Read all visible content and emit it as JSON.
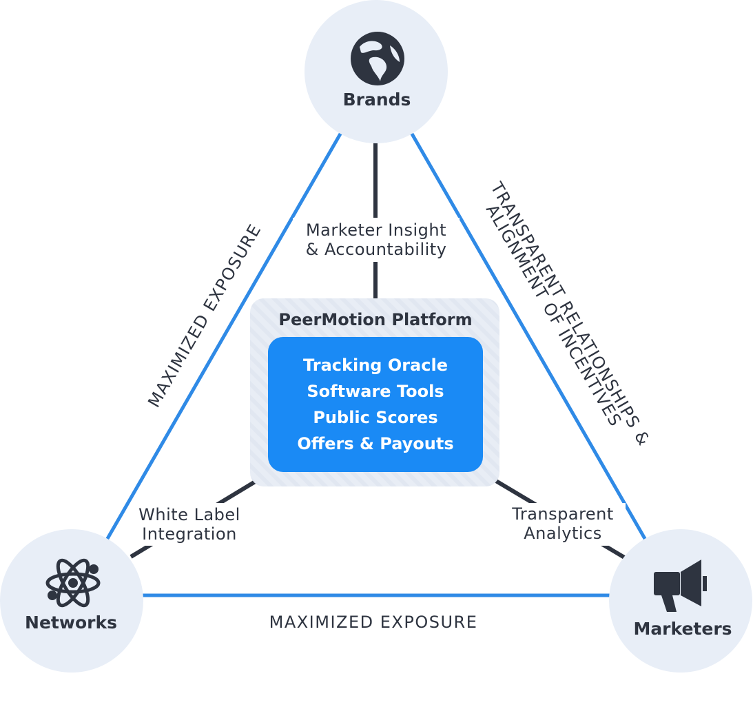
{
  "nodes": {
    "brands": {
      "label": "Brands",
      "icon": "globe-icon"
    },
    "networks": {
      "label": "Networks",
      "icon": "atom-icon"
    },
    "marketers": {
      "label": "Marketers",
      "icon": "megaphone-icon"
    }
  },
  "edges": {
    "left": "MAXIMIZED EXPOSURE",
    "bottom": "MAXIMIZED EXPOSURE",
    "right_line1": "TRANSPARENT RELATIONSHIPS &",
    "right_line2": "ALIGNMENT OF INCENTIVES"
  },
  "spokes": {
    "top_line1": "Marketer Insight",
    "top_line2": "& Accountability",
    "left_line1": "White Label",
    "left_line2": "Integration",
    "right_line1": "Transparent",
    "right_line2": "Analytics"
  },
  "platform": {
    "title": "PeerMotion Platform",
    "features": [
      "Tracking Oracle",
      "Software Tools",
      "Public Scores",
      "Offers & Payouts"
    ]
  },
  "colors": {
    "accent_blue": "#2f8ae6",
    "feature_blue": "#1a8af5",
    "dark": "#2e3440",
    "node_fill": "#e8eef7",
    "platform_fill": "#e7ecf4"
  }
}
